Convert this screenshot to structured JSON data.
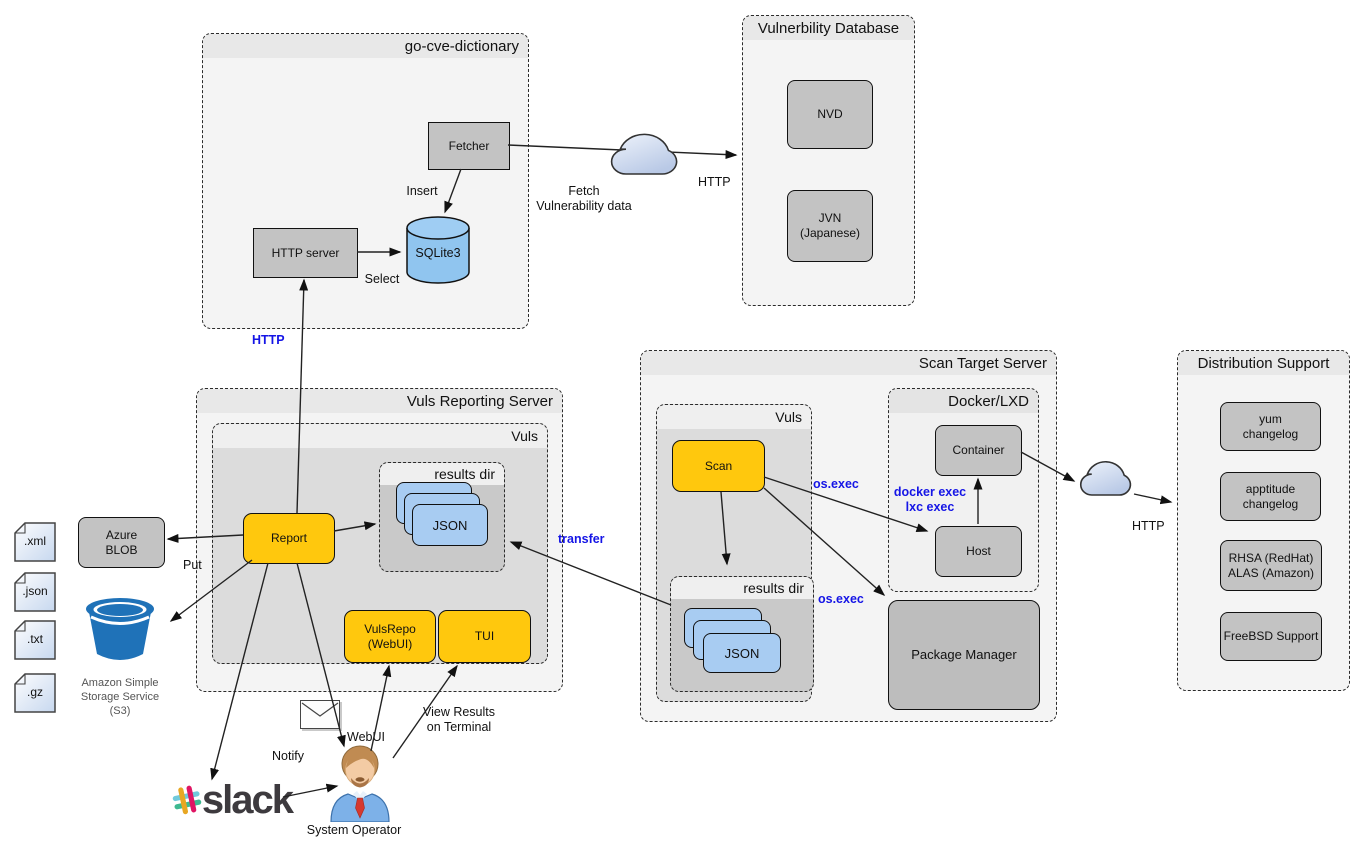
{
  "colors": {
    "node_yellow": "#ffc80d",
    "node_gray": "#c3c3c3",
    "json_card_blue": "#a8ccf2",
    "cylinder_blue": "#90c5ef",
    "label_blue": "#1515e6",
    "s3_bucket_blue": "#1f72b8",
    "slack_wordmark": "#3d3a3e",
    "slack_hash": [
      "#E8A723",
      "#E01563",
      "#70CADB",
      "#3EB991"
    ]
  },
  "go_cve": {
    "title": "go-cve-dictionary",
    "fetcher": "Fetcher",
    "http_server": "HTTP server",
    "sqlite": "SQLite3",
    "insert": "Insert",
    "select": "Select"
  },
  "vulndb": {
    "title": "Vulnerbility Database",
    "nvd": "NVD",
    "jvn": "JVN\n(Japanese)"
  },
  "net1": {
    "fetch": "Fetch\nVulnerability data",
    "http": "HTTP"
  },
  "reporting": {
    "title": "Vuls Reporting Server",
    "vuls_title": "Vuls",
    "results_title": "results dir",
    "json": "JSON",
    "report": "Report",
    "vulsrepo": "VulsRepo\n(WebUI)",
    "tui": "TUI",
    "http_blue": "HTTP",
    "put": "Put"
  },
  "storage": {
    "azure": "Azure\nBLOB",
    "s3_caption": "Amazon Simple\nStorage Service\n(S3)",
    "files": [
      ".xml",
      ".json",
      ".txt",
      ".gz"
    ]
  },
  "scan_server": {
    "title": "Scan Target Server",
    "vuls_title": "Vuls",
    "scan": "Scan",
    "results_title": "results dir",
    "json": "JSON",
    "docker_title": "Docker/LXD",
    "container": "Container",
    "host": "Host",
    "package_manager": "Package Manager",
    "os_exec_1": "os.exec",
    "docker_exec": "docker exec\nlxc exec",
    "os_exec_2": "os.exec",
    "transfer": "transfer"
  },
  "dist": {
    "title": "Distribution Support",
    "items": [
      "yum\nchangelog",
      "apptitude\nchangelog",
      "RHSA (RedHat)\nALAS (Amazon)",
      "FreeBSD Support"
    ],
    "http": "HTTP"
  },
  "bottom": {
    "slack": "slack",
    "notify": "Notify",
    "webui": "WebUI",
    "view_results": "View Results\non Terminal",
    "operator": "System Operator"
  }
}
